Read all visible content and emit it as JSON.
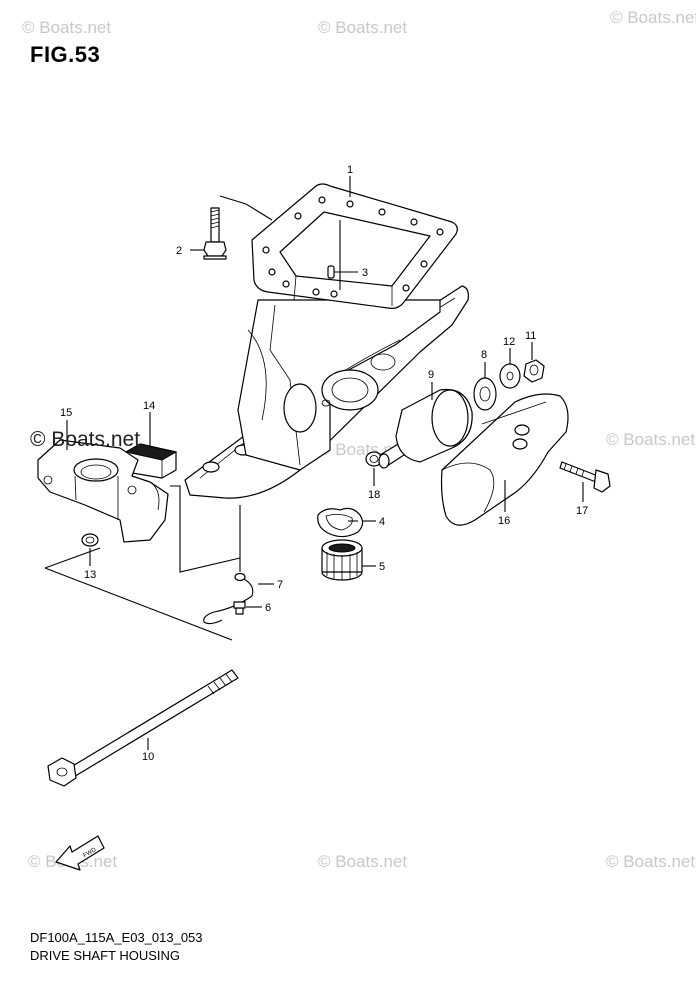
{
  "figure": {
    "title": "FIG.53"
  },
  "footer": {
    "code": "DF100A_115A_E03_013_053",
    "caption": "DRIVE SHAFT HOUSING"
  },
  "watermark": {
    "text": "© Boats.net"
  },
  "fwd_symbol": {
    "text": "FWD"
  },
  "parts": {
    "p1": "1",
    "p2": "2",
    "p3": "3",
    "p4": "4",
    "p5": "5",
    "p6": "6",
    "p7": "7",
    "p8": "8",
    "p9": "9",
    "p10": "10",
    "p11": "11",
    "p12": "12",
    "p13": "13",
    "p14": "14",
    "p15": "15",
    "p16": "16",
    "p17": "17",
    "p18": "18"
  },
  "colors": {
    "line": "#000000",
    "watermark": "#c8c8c8",
    "background": "#ffffff"
  }
}
